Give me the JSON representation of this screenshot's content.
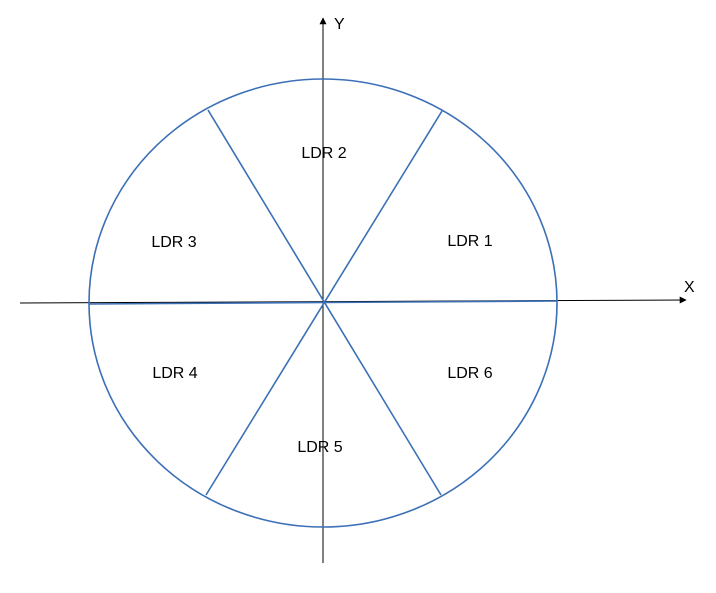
{
  "axes": {
    "x_label": "X",
    "y_label": "Y"
  },
  "sectors": [
    {
      "label": "LDR 1"
    },
    {
      "label": "LDR 2"
    },
    {
      "label": "LDR 3"
    },
    {
      "label": "LDR 4"
    },
    {
      "label": "LDR 5"
    },
    {
      "label": "LDR 6"
    }
  ],
  "colors": {
    "circle": "#3b6fb6",
    "axes": "#000000",
    "text": "#000000"
  }
}
